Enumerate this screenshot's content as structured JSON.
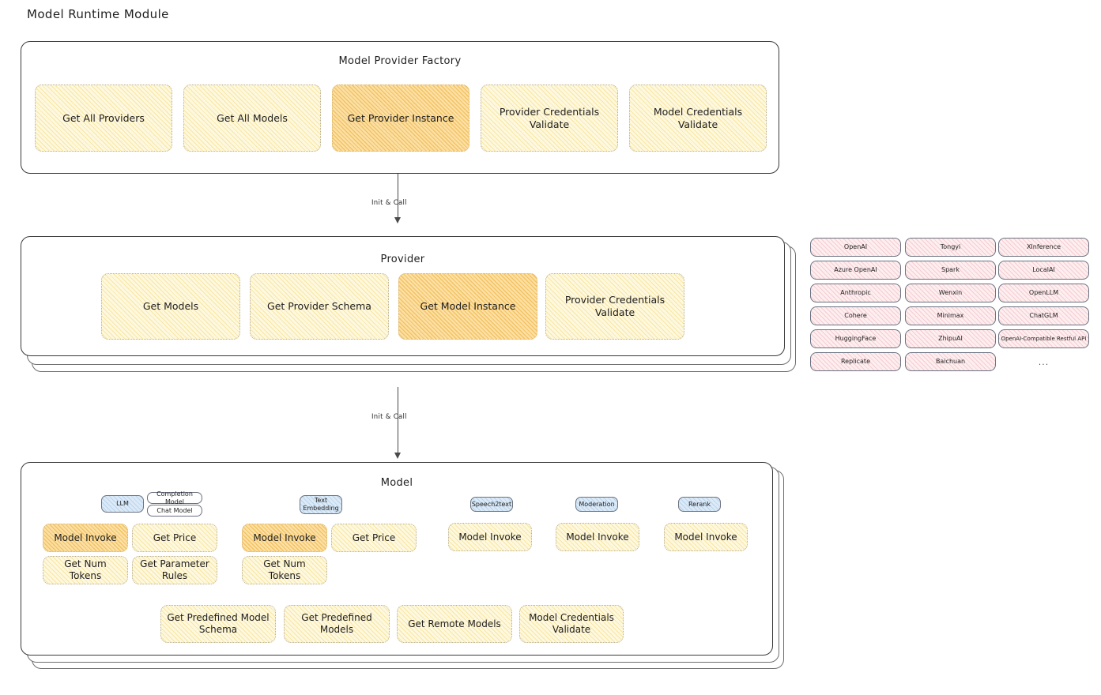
{
  "title": "Model Runtime Module",
  "factory": {
    "title": "Model Provider Factory",
    "nodes": [
      {
        "label": "Get All Providers",
        "highlight": false
      },
      {
        "label": "Get All Models",
        "highlight": false
      },
      {
        "label": "Get Provider Instance",
        "highlight": true
      },
      {
        "label": "Provider Credentials Validate",
        "highlight": false
      },
      {
        "label": "Model Credentials Validate",
        "highlight": false
      }
    ]
  },
  "arrows": [
    {
      "label": "Init & Call"
    },
    {
      "label": "Init & Call"
    }
  ],
  "provider": {
    "title": "Provider",
    "nodes": [
      {
        "label": "Get Models",
        "highlight": false
      },
      {
        "label": "Get Provider Schema",
        "highlight": false
      },
      {
        "label": "Get Model Instance",
        "highlight": true
      },
      {
        "label": "Provider Credentials Validate",
        "highlight": false
      }
    ]
  },
  "provider_list": {
    "columns": [
      [
        "OpenAI",
        "Azure OpenAI",
        "Anthropic",
        "Cohere",
        "HuggingFace",
        "Replicate"
      ],
      [
        "Tongyi",
        "Spark",
        "Wenxin",
        "Minimax",
        "ZhipuAI",
        "Baichuan"
      ],
      [
        "XInference",
        "LocalAI",
        "OpenLLM",
        "ChatGLM",
        "OpenAI-Compatible Restful API"
      ]
    ],
    "more": "..."
  },
  "model": {
    "title": "Model",
    "more": "...",
    "types": [
      {
        "name": "LLM",
        "subtypes": [
          "Completion Model",
          "Chat Model"
        ]
      },
      {
        "name": "Text Embedding",
        "subtypes": []
      },
      {
        "name": "Speech2text",
        "subtypes": []
      },
      {
        "name": "Moderation",
        "subtypes": []
      },
      {
        "name": "Rerank",
        "subtypes": []
      }
    ],
    "methods": [
      {
        "label": "Model Invoke",
        "highlight": true
      },
      {
        "label": "Get Price",
        "highlight": false
      },
      {
        "label": "Get Num Tokens",
        "highlight": false
      },
      {
        "label": "Get Parameter Rules",
        "highlight": false
      },
      {
        "label": "Model Invoke",
        "highlight": true
      },
      {
        "label": "Get Price",
        "highlight": false
      },
      {
        "label": "Get Num Tokens",
        "highlight": false
      },
      {
        "label": "Model Invoke",
        "highlight": false
      },
      {
        "label": "Model Invoke",
        "highlight": false
      },
      {
        "label": "Model Invoke",
        "highlight": false
      }
    ],
    "common_methods": [
      {
        "label": "Get Predefined Model Schema"
      },
      {
        "label": "Get Predefined Models"
      },
      {
        "label": "Get Remote Models"
      },
      {
        "label": "Model Credentials Validate"
      }
    ]
  },
  "colors": {
    "node_fill": "#fdf8e0",
    "node_highlight_fill": "#fbe0a6",
    "tag_blue_fill": "#dceaf7",
    "chip_pink_fill": "#fdeef0",
    "stroke": "#3a3a3a"
  }
}
